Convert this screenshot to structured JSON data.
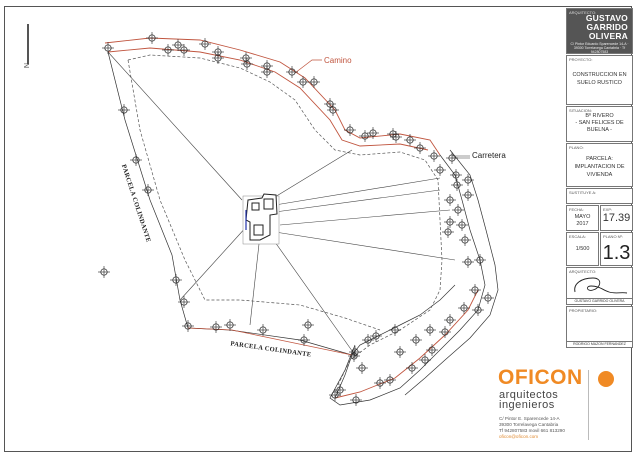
{
  "drawing": {
    "north_label": "N",
    "labels": {
      "camino": "Camino",
      "carretera": "Carretera",
      "parcela_colindante_west": "PARCELA COLINDANTE",
      "parcela_colindante_south": "PARCELA COLINDANTE"
    },
    "colors": {
      "road_line": "#c0553f",
      "boundary": "#333333",
      "setback_dashed": "#555555",
      "accent_orange": "#f08a24",
      "frame": "#555555"
    }
  },
  "title_block": {
    "architect_caption": "ARQUITECTO:",
    "architect_name_line1": "GUSTAVO",
    "architect_name_line2": "GARRIDO",
    "architect_name_line3": "OLIVERA",
    "architect_details": "C/ Pintor Eduardo Sparencede 14-A · 39300 Torrelavega Cantabria · Tf 942807583",
    "proyecto_caption": "PROYECTO:",
    "proyecto_value_line1": "CONSTRUCCION EN",
    "proyecto_value_line2": "SUELO RUSTICO",
    "situacion_caption": "SITUACION:",
    "situacion_value_line1": "Bº RIVERO",
    "situacion_value_line2": "- SAN FELICES DE",
    "situacion_value_line3": "BUELNA -",
    "plano_caption": "PLANO:",
    "plano_value_line1": "PARCELA:",
    "plano_value_line2": "IMPLANTACION DE",
    "plano_value_line3": "VIVIENDA",
    "sustituye_caption": "SUSTITUYE A:",
    "fecha_caption": "FECHA:",
    "fecha_value_line1": "MAYO",
    "fecha_value_line2": "2017",
    "exp_caption": "EXP:",
    "exp_value": "17.39",
    "escala_caption": "ESCALA:",
    "escala_value": "1/500",
    "plano_no_caption": "PLANO Nº:",
    "plano_no_value": "1.3",
    "arquitecto_caption": "ARQUITECTO:",
    "arquitecto_signature_name": "GUSTAVO GARRIDO OLIVERA",
    "propietario_caption": "PROPIETARIO:",
    "propietario_name": "RODRIGO MAZON FERNANDEZ"
  },
  "logo": {
    "name": "OFICON",
    "line1": "arquitectos",
    "line2": "ingenieros",
    "address_line1": "C/ Pintor E. Sparencede 14-A",
    "address_line2": "39300 Torrelavega Cantabria",
    "address_line3": "Tf 942807583 movil 661 813290",
    "email": "oficon@oficon.com"
  }
}
